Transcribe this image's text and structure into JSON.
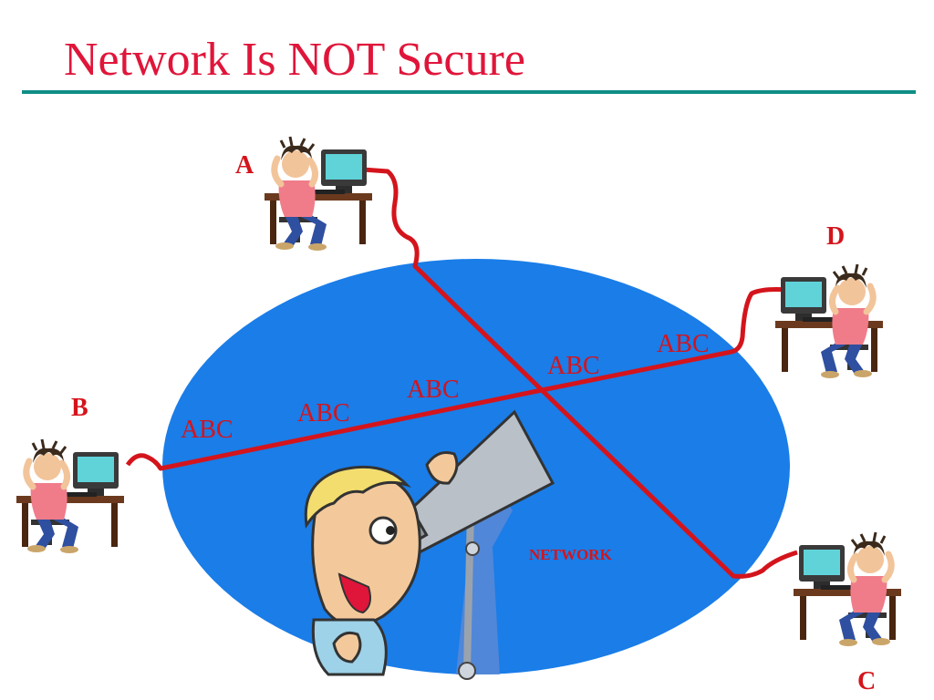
{
  "slide": {
    "title": "Network Is NOT Secure"
  },
  "diagram": {
    "network_label": "NETWORK",
    "nodes": [
      {
        "id": "A",
        "label": "A"
      },
      {
        "id": "B",
        "label": "B"
      },
      {
        "id": "C",
        "label": "C"
      },
      {
        "id": "D",
        "label": "D"
      }
    ],
    "messages": [
      "ABC",
      "ABC",
      "ABC",
      "ABC",
      "ABC"
    ],
    "colors": {
      "title": "#e0153a",
      "rule": "#0f8f86",
      "network_fill": "#1a7de8",
      "link": "#d4141c",
      "label": "#d4141c"
    },
    "icons": [
      "user-at-computer-icon",
      "eavesdropper-with-telescope-icon"
    ]
  }
}
